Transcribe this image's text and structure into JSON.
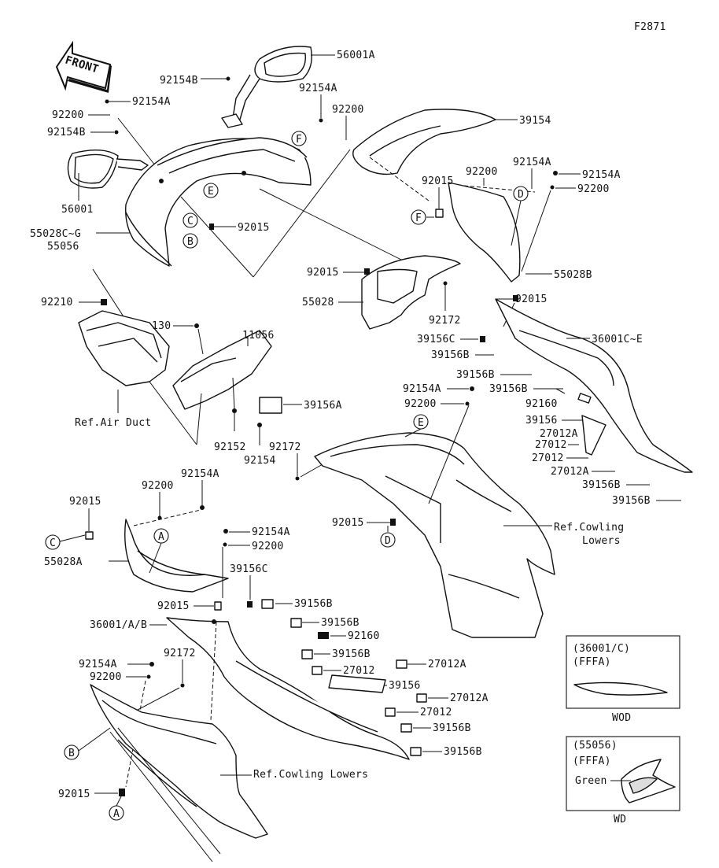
{
  "figure_code": "F2871",
  "front_text": "FRONT",
  "labels": {
    "p56001A": "56001A",
    "p92154B_1": "92154B",
    "p92154A_1": "92154A",
    "p92200_1": "92200",
    "p92154B_2": "92154B",
    "p56001": "56001",
    "p55028CG": "55028C~G",
    "p55056": "55056",
    "p92015_1": "92015",
    "p92154A_2": "92154A",
    "p92200_2": "92200",
    "p39154": "39154",
    "p92015_2": "92015",
    "p92200_3": "92200",
    "p92154A_3": "92154A",
    "p92154A_4": "92154A",
    "p92200_4": "92200",
    "p92015_3": "92015",
    "p55028B": "55028B",
    "p55028": "55028",
    "p92172_1": "92172",
    "p92015_4": "92015",
    "p92210": "92210",
    "p130": "130",
    "p11056": "11056",
    "p39156C_1": "39156C",
    "p36001CE": "36001C~E",
    "p39156B_1": "39156B",
    "p39156B_2": "39156B",
    "p92154A_5": "92154A",
    "p39156B_3": "39156B",
    "p92200_5": "92200",
    "p92160_1": "92160",
    "p39156_1": "39156",
    "p27012A_1": "27012A",
    "p27012_1": "27012",
    "p27012_2": "27012",
    "p27012A_2": "27012A",
    "p39156B_4": "39156B",
    "p39156B_5": "39156B",
    "p39156A": "39156A",
    "p92152": "92152",
    "p92154": "92154",
    "p92172_2": "92172",
    "refAirDuct": "Ref.Air Duct",
    "p92154A_6": "92154A",
    "p92200_6": "92200",
    "p92015_5": "92015",
    "p92154A_7": "92154A",
    "p92200_7": "92200",
    "p55028A": "55028A",
    "p39156C_2": "39156C",
    "p92015_6": "92015",
    "p39156B_6": "39156B",
    "p36001AB": "36001/A/B",
    "p39156B_7": "39156B",
    "p92160_2": "92160",
    "p39156B_8": "39156B",
    "p92154A_8": "92154A",
    "p92172_3": "92172",
    "p92200_8": "92200",
    "p27012_3": "27012",
    "p27012A_3": "27012A",
    "p39156_2": "39156",
    "p27012A_4": "27012A",
    "p27012_4": "27012",
    "p39156B_9": "39156B",
    "p39156B_10": "39156B",
    "refCowlLowers1a": "Ref.Cowling",
    "refCowlLowers1b": "Lowers",
    "refCowlLowers2": "Ref.Cowling Lowers",
    "p92015_7": "92015",
    "p92015_8": "92015"
  },
  "refs": {
    "A": "A",
    "B": "B",
    "C": "C",
    "D": "D",
    "E": "E",
    "F": "F"
  },
  "inset_wod": {
    "line1": "(36001/C)",
    "line2": "(FFFA)",
    "caption": "WOD"
  },
  "inset_wd": {
    "line1": "(55056)",
    "line2": "(FFFA)",
    "color_label": "Green",
    "caption": "WD"
  }
}
